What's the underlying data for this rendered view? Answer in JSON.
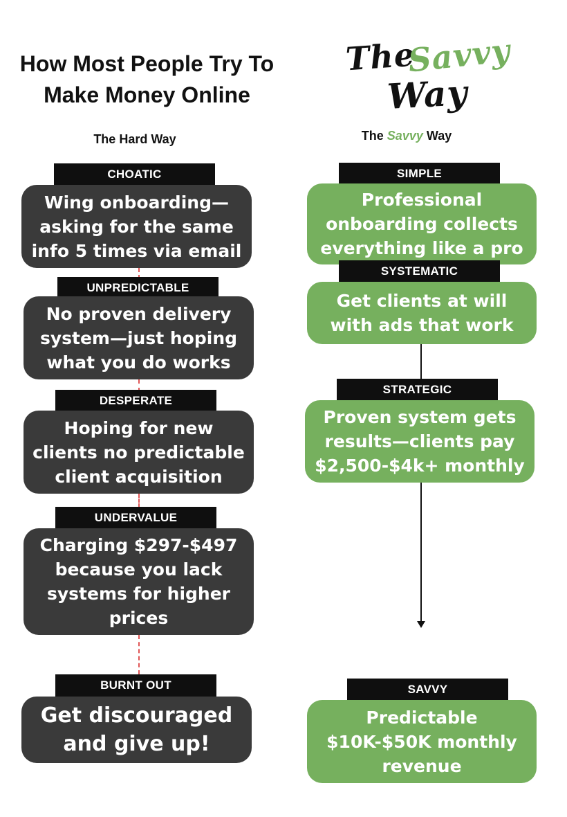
{
  "left": {
    "heading_line1": "How Most People Try To",
    "heading_line2": "Make Money Online",
    "subtitle": "The Hard Way",
    "steps": [
      {
        "tag": "CHOATIC",
        "text": "Wing onboarding—asking for the same info 5 times via email"
      },
      {
        "tag": "UNPREDICTABLE",
        "text": "No proven delivery system—just hoping what you do works"
      },
      {
        "tag": "DESPERATE",
        "text": "Hoping for new clients no predictable client acquisition"
      },
      {
        "tag": "UNDERVALUE",
        "text": "Charging $297-$497 because you lack systems for higher prices"
      },
      {
        "tag": "BURNT OUT",
        "text": "Get discouraged and give up!"
      }
    ]
  },
  "logo": {
    "word1": "The",
    "word2": "Savvy",
    "word3": "Way"
  },
  "right": {
    "subtitle_pre": "The",
    "subtitle_accent": "Savvy",
    "subtitle_post": "Way",
    "steps": [
      {
        "tag": "SIMPLE",
        "text": "Professional onboarding collects everything like a pro"
      },
      {
        "tag": "SYSTEMATIC",
        "text": "Get clients at will with ads that work"
      },
      {
        "tag": "STRATEGIC",
        "text": "Proven system gets results—clients pay $2,500-$4k+ monthly"
      },
      {
        "tag": "SAVVY",
        "text": "Predictable $10K-$50K monthly revenue"
      }
    ]
  },
  "colors": {
    "dark_box": "#3a3a3a",
    "green_box": "#76b05e",
    "tag_bg": "#0f0f0f",
    "dashed_line": "#e05555"
  }
}
